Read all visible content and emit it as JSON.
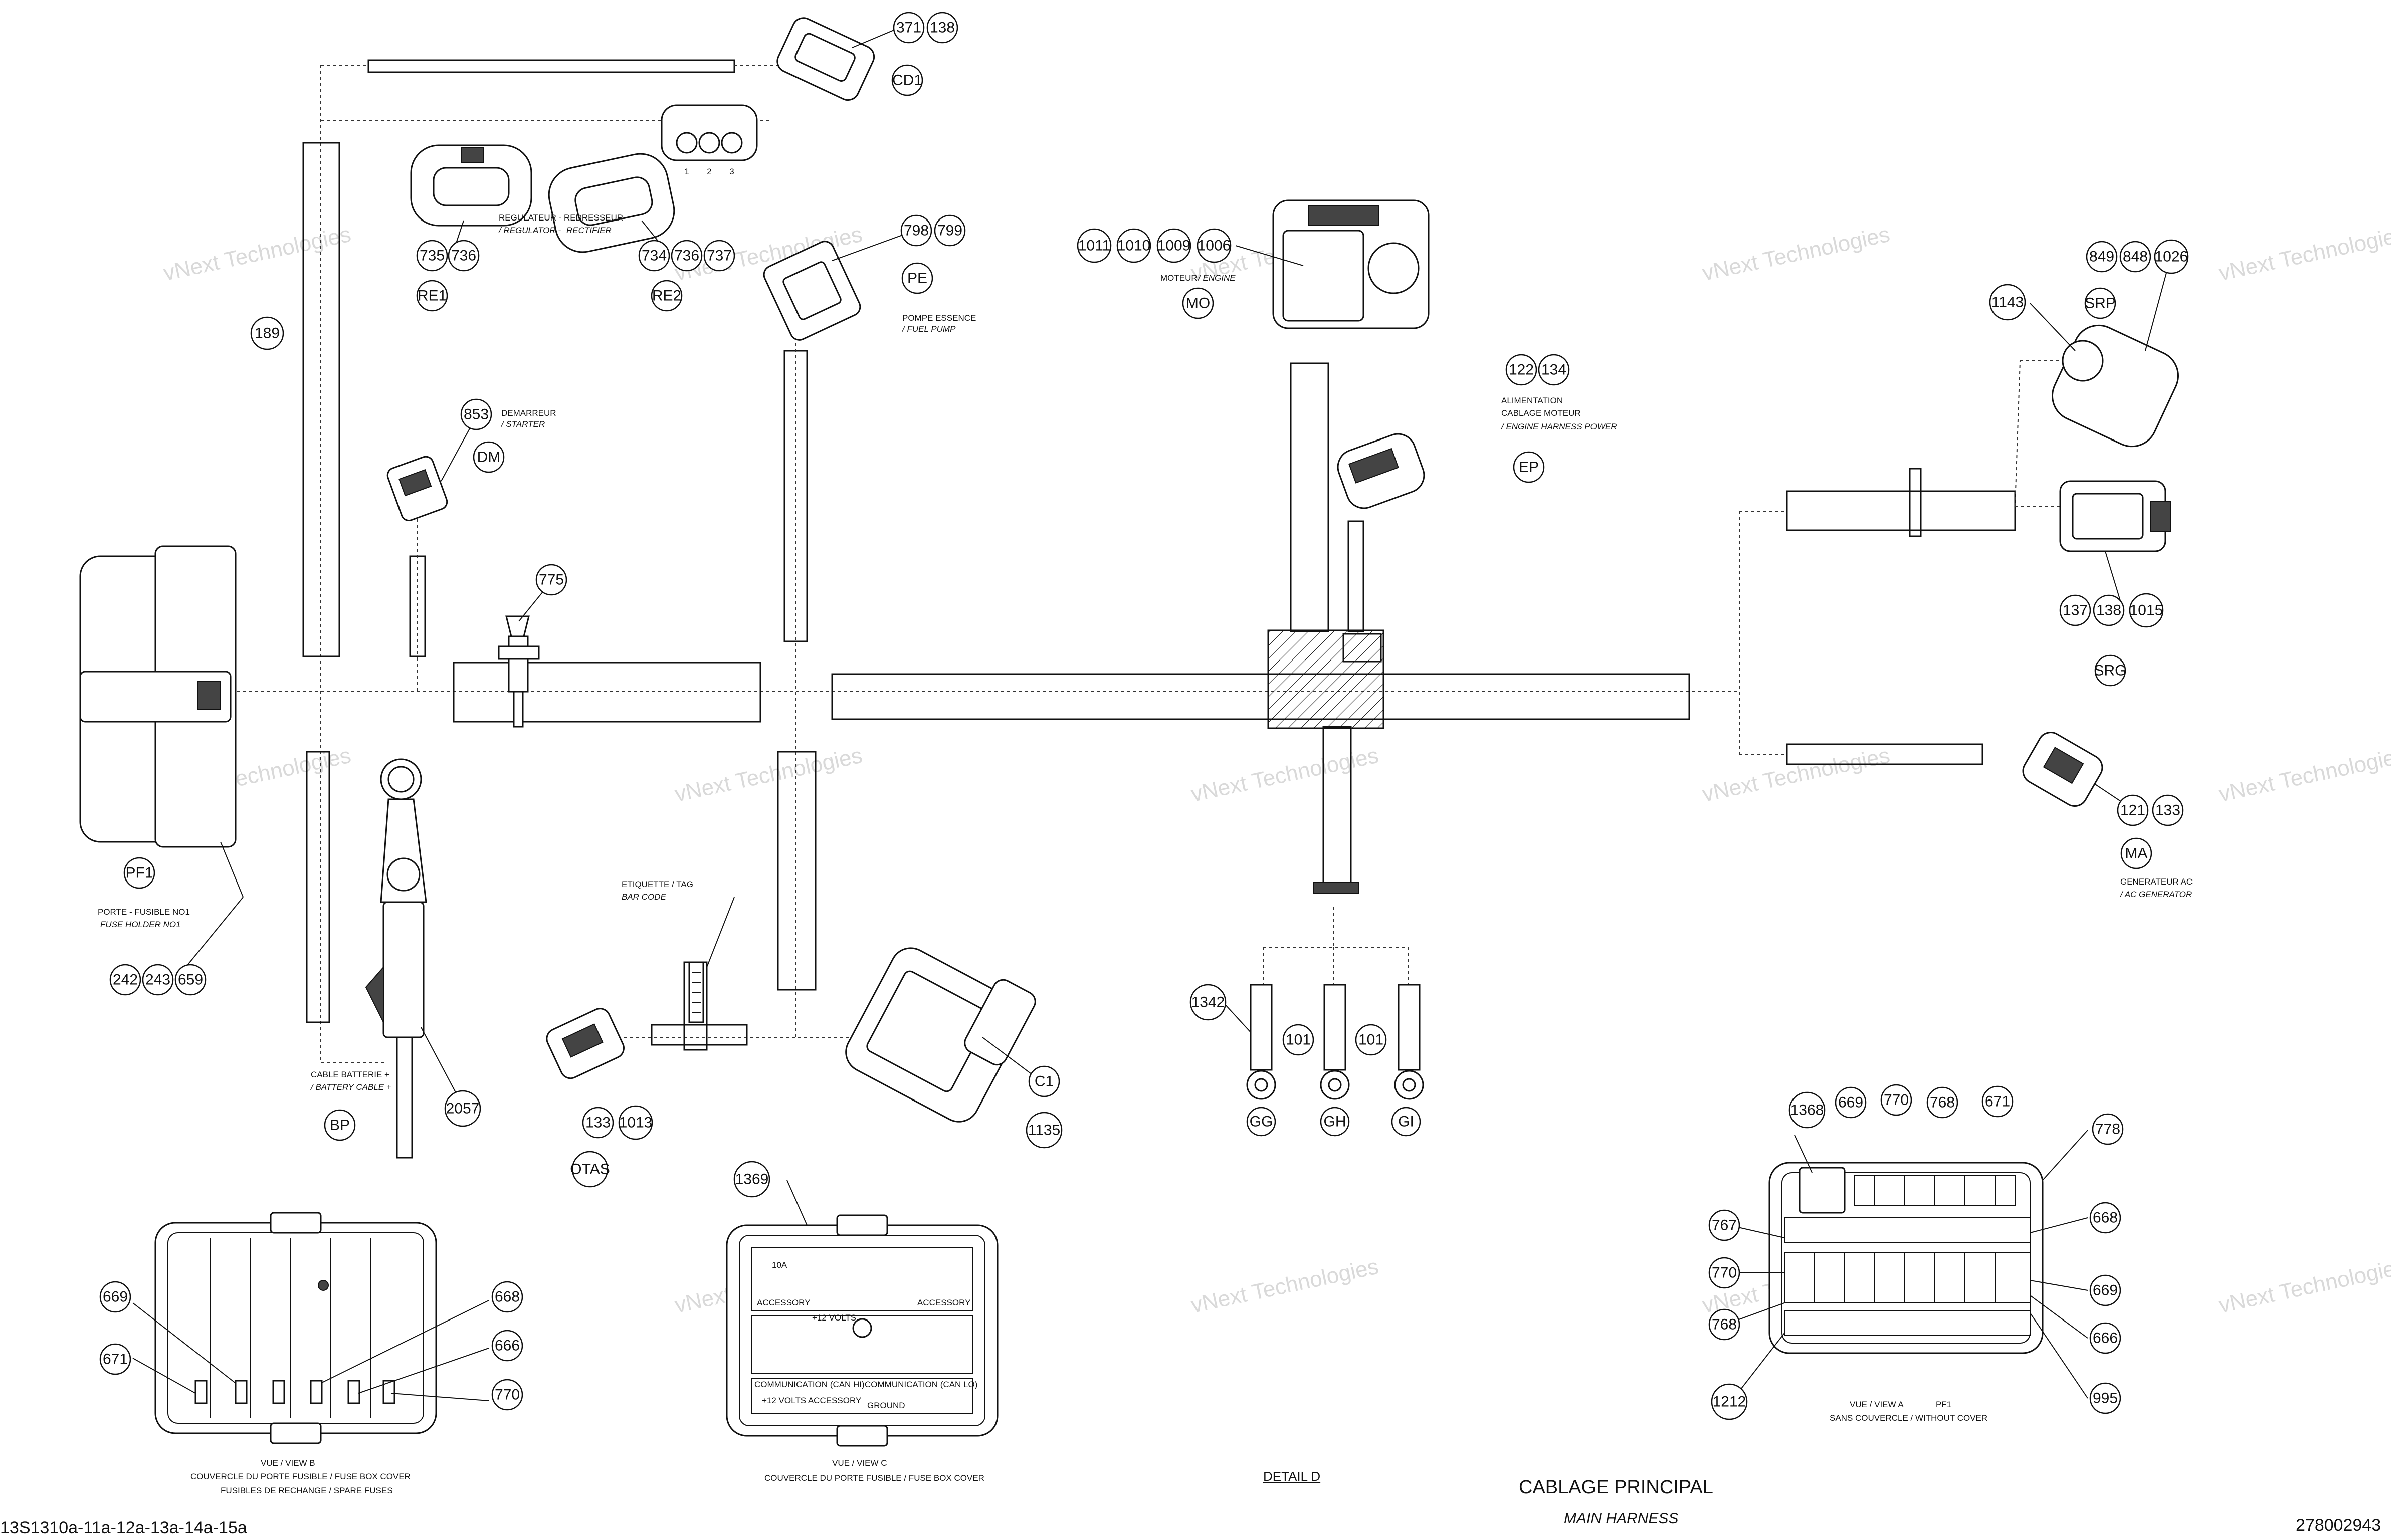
{
  "title": {
    "main": "CABLAGE PRINCIPAL",
    "sub": "MAIN HARNESS"
  },
  "footer": {
    "left": "13S1310a-11a-12a-13a-14a-15a",
    "right": "278002943"
  },
  "watermark": "vNext Technologies",
  "pin_numbers": [
    "1",
    "2",
    "3"
  ],
  "bubbles": {
    "b371": "371",
    "b138a": "138",
    "cd1": "CD1",
    "b735": "735",
    "b736a": "736",
    "re1": "RE1",
    "b734": "734",
    "b736b": "736",
    "b737": "737",
    "re2": "RE2",
    "b798": "798",
    "b799": "799",
    "pe": "PE",
    "b189": "189",
    "b853": "853",
    "dm": "DM",
    "b775": "775",
    "pf1": "PF1",
    "b242": "242",
    "b243": "243",
    "b659": "659",
    "b2057": "2057",
    "bp": "BP",
    "b133a": "133",
    "b1013": "1013",
    "otas": "OTAS",
    "c1": "C1",
    "b1135": "1135",
    "b1011": "1011",
    "b1010": "1010",
    "b1009": "1009",
    "b1006": "1006",
    "mo": "MO",
    "b122": "122",
    "b134": "134",
    "ep": "EP",
    "b1342": "1342",
    "b101a": "101",
    "b101b": "101",
    "gg": "GG",
    "gh": "GH",
    "gi": "GI",
    "b849": "849",
    "b848": "848",
    "b1026": "1026",
    "b1143": "1143",
    "srp": "SRP",
    "b137": "137",
    "b138b": "138",
    "b1015": "1015",
    "srg": "SRG",
    "b121": "121",
    "b133b": "133",
    "ma": "MA",
    "b1368": "1368",
    "b669a": "669",
    "b770a": "770",
    "b768a": "768",
    "b671a": "671",
    "b778": "778",
    "b767": "767",
    "b770b": "770",
    "b768b": "768",
    "b668a": "668",
    "b669b": "669",
    "b666a": "666",
    "b995": "995",
    "b1212": "1212",
    "b669c": "669",
    "b671b": "671",
    "b668b": "668",
    "b666b": "666",
    "b770c": "770",
    "b1369": "1369"
  },
  "labels": {
    "regulator_fr": "REGULATEUR -",
    "regulator_en": "/ REGULATOR -",
    "rectifier_fr": "REDRESSEUR",
    "rectifier_en": "RECTIFIER",
    "fuelpump_fr": "POMPE ESSENCE",
    "fuelpump_en": "/ FUEL PUMP",
    "starter_fr": "DEMARREUR",
    "starter_en": "/ STARTER",
    "motor_fr": "MOTEUR",
    "motor_en": "/ ENGINE",
    "enginepower_fr1": "ALIMENTATION",
    "enginepower_fr2": "CABLAGE MOTEUR",
    "enginepower_en": "/ ENGINE HARNESS POWER",
    "fuseholder_fr": "PORTE - FUSIBLE NO1",
    "fuseholder_en": "FUSE HOLDER NO1",
    "battery_fr": "CABLE BATTERIE +",
    "battery_en": "/ BATTERY CABLE +",
    "tag_fr": "ETIQUETTE / TAG",
    "tag_en": "BAR CODE",
    "acgen_fr": "GENERATEUR AC",
    "acgen_en": "/ AC GENERATOR",
    "viewa_1": "VUE / VIEW A",
    "viewa_2": "PF1",
    "viewa_3": "SANS COUVERCLE / WITHOUT COVER",
    "viewb_1": "VUE / VIEW B",
    "viewb_2": "COUVERCLE DU PORTE FUSIBLE / FUSE BOX COVER",
    "viewb_3": "FUSIBLES DE RECHANGE / SPARE FUSES",
    "viewc_1": "VUE / VIEW C",
    "viewc_2": "COUVERCLE DU PORTE FUSIBLE / FUSE BOX COVER",
    "detail_d": "DETAIL D"
  },
  "cover_c": {
    "r1": "10A",
    "r2": "ACCESSORY",
    "r3": "+12 VOLTS",
    "r4": "ACCESSORY",
    "r5": "COMMUNICATION (CAN HI)",
    "r6": "COMMUNICATION (CAN LO)",
    "r7": "+12 VOLTS ACCESSORY",
    "r8": "GROUND"
  }
}
